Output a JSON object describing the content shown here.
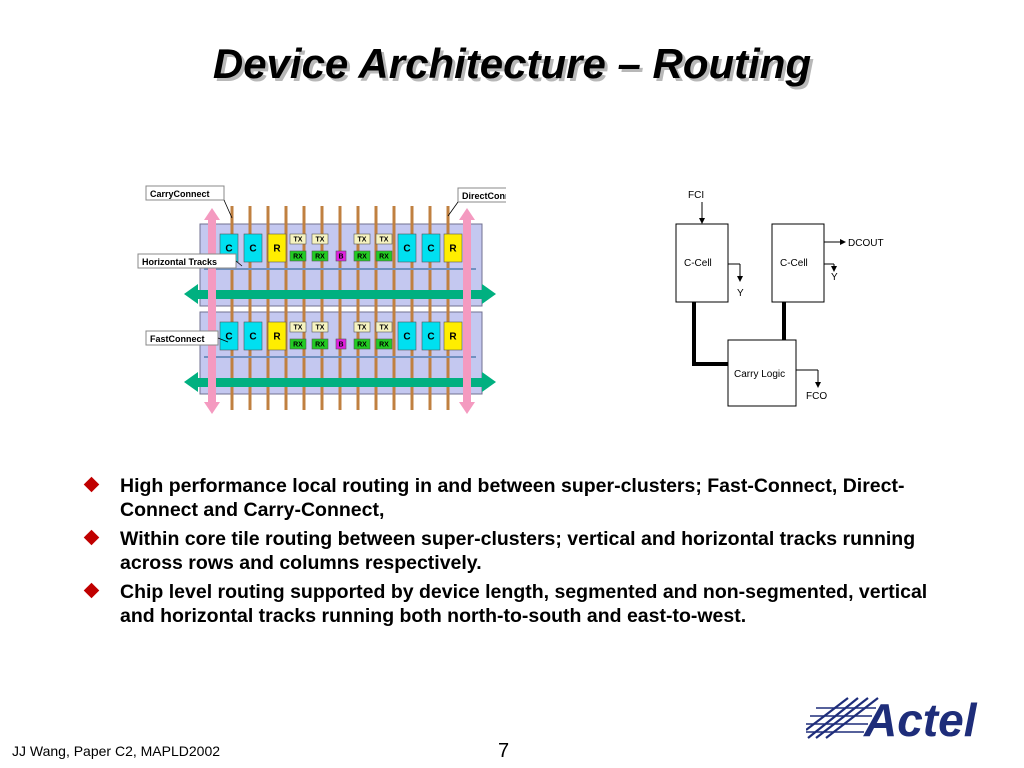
{
  "slide": {
    "title": "Device Architecture – Routing",
    "bullets": [
      "High performance local routing in and between super-clusters; Fast-Connect, Direct-Connect and Carry-Connect,",
      "Within core tile routing between super-clusters; vertical and horizontal tracks running across rows and columns respectively.",
      "Chip level routing supported by device length, segmented and non-segmented, vertical and horizontal tracks running both north-to-south and east-to-west."
    ],
    "footer": "JJ Wang, Paper C2,  MAPLD2002",
    "page_number": "7",
    "logo_text": "Actel"
  },
  "left_diagram": {
    "callouts": {
      "carry_connect": "CarryConnect",
      "direct_connect": "DirectConnect",
      "horizontal_tracks": "Horizontal Tracks",
      "fast_connect": "FastConnect"
    },
    "cells": {
      "c": "C",
      "r": "R",
      "tx": "TX",
      "rx": "RX",
      "b": "B"
    }
  },
  "right_diagram": {
    "fci": "FCI",
    "c_cell": "C-Cell",
    "y": "Y",
    "dcout": "DCOUT",
    "carry_logic": "Carry Logic",
    "fco": "FCO"
  },
  "colors": {
    "bullet": "#c00000",
    "title_shadow": "#b8b8b8",
    "logo": "#1e2d7a",
    "c_cell": "#00e0f0",
    "r_cell": "#ffee00",
    "rx_cell": "#22cc22",
    "tx_cell": "#f6f3c0",
    "b_cell": "#e020e0",
    "track": "#00b080",
    "arrow_pink": "#f49ac0",
    "panel": "#c4c8f0"
  }
}
